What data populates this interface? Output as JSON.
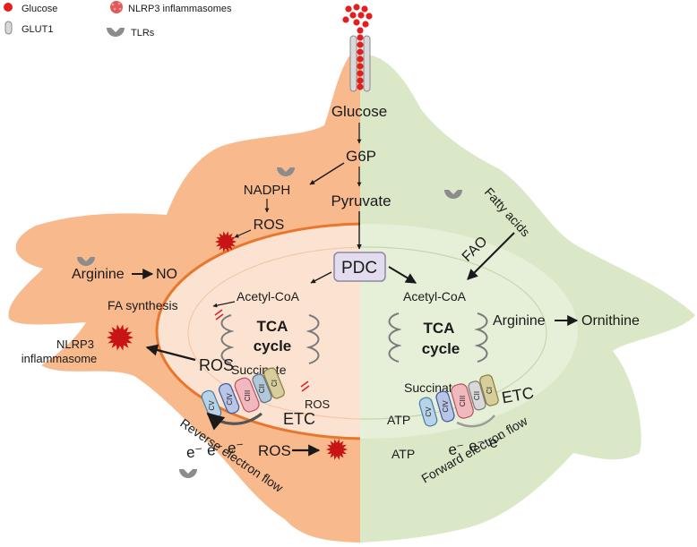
{
  "legend": {
    "glucose": "Glucose",
    "glut1": "GLUT1",
    "nlrp3": "NLRP3 inflammasomes",
    "tlrs": "TLRs"
  },
  "pathway": {
    "glucose": "Glucose",
    "g6p": "G6P",
    "pyruvate": "Pyruvate",
    "nadph": "NADPH",
    "ros_top": "ROS",
    "pdc": "PDC"
  },
  "left_cell": {
    "arginine": "Arginine",
    "no": "NO",
    "fa_synthesis": "FA synthesis",
    "acetyl_coa": "Acetyl-CoA",
    "tca_line1": "TCA",
    "tca_line2": "cycle",
    "succinate": "Succinate",
    "ros_mito": "ROS",
    "nlrp3_line1": "NLRP3",
    "nlrp3_line2": "inflammasome",
    "ros_mid": "ROS",
    "etc": "ETC",
    "complex_v": "CV",
    "complex_iv": "CIV",
    "complex_iii": "CIII",
    "complex_ii": "CII",
    "complex_i": "CI",
    "electrons": "e⁻ e⁻ e⁻",
    "ros_bottom": "ROS",
    "flow": "Reverse electron flow"
  },
  "right_cell": {
    "fatty_acids": "Fatty acids",
    "fao": "FAO",
    "acetyl_coa": "Acetyl-CoA",
    "tca_line1": "TCA",
    "tca_line2": "cycle",
    "arginine": "Arginine",
    "ornithine": "Ornithine",
    "succinate": "Succinate",
    "etc": "ETC",
    "complex_v": "CV",
    "complex_iv": "CIV",
    "complex_iii": "CIII",
    "complex_ii": "CII",
    "complex_i": "CI",
    "atp1": "ATP",
    "atp2": "ATP",
    "electrons": "e⁻ e⁻ e⁻",
    "flow": "Forward electron flow"
  },
  "colors": {
    "left_cell": "#f8b98c",
    "right_cell": "#dbe8c7",
    "mito_outline": "#e8772e",
    "mito_fill_left": "#fce3d1",
    "mito_fill_right": "#e6efd8",
    "glucose": "#e41e20",
    "nlrp3": "#c81414",
    "pdc_fill": "#e3dcef",
    "tlr": "#8c8c8c"
  }
}
